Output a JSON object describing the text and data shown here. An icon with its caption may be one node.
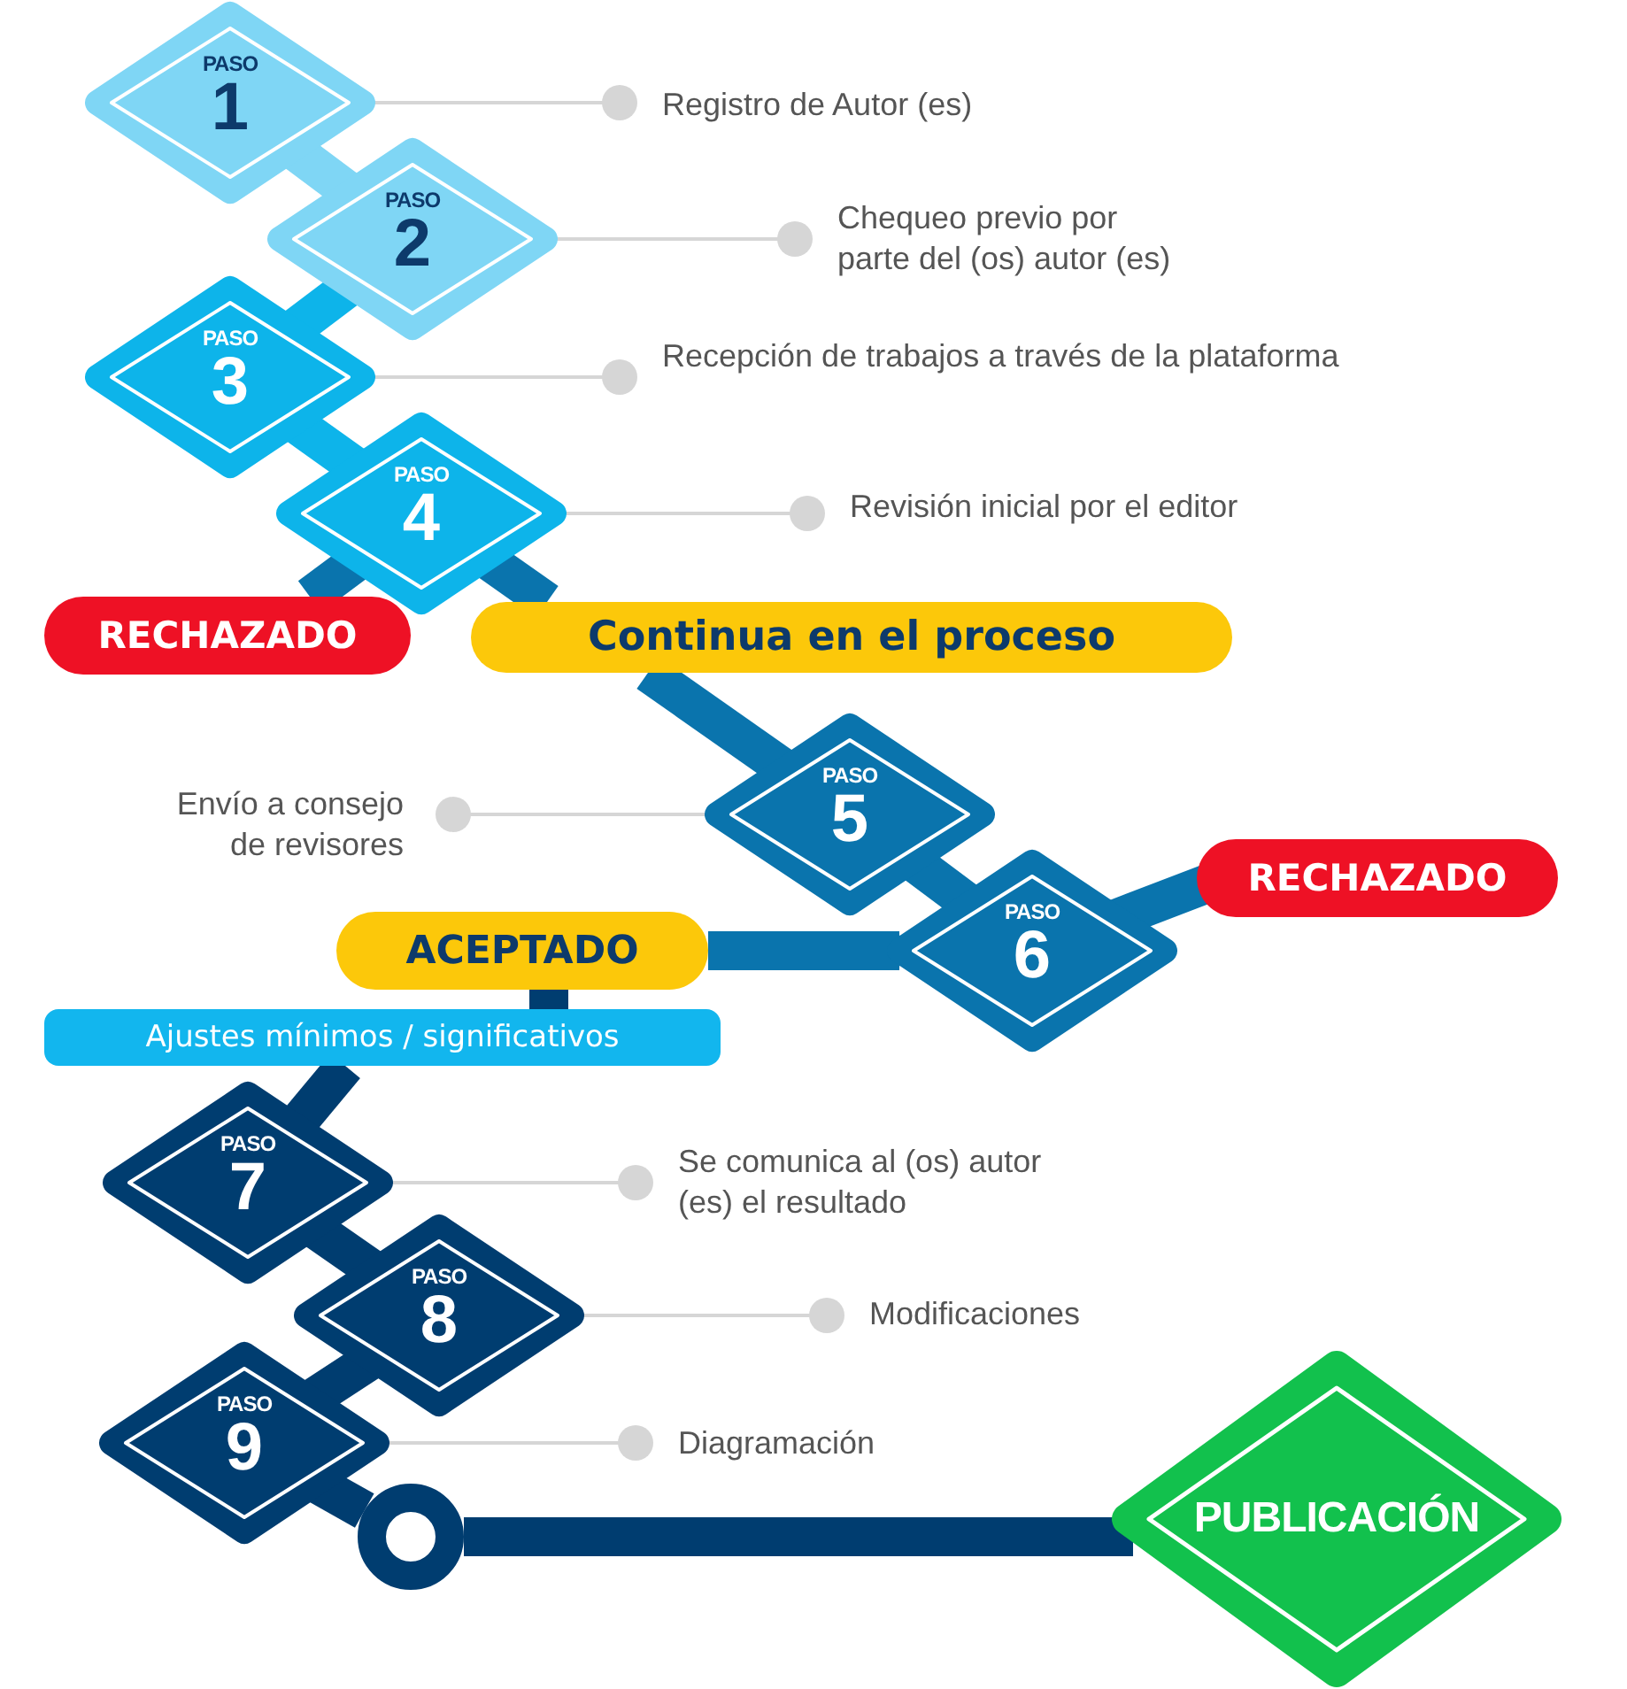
{
  "diagram": {
    "nodes": [
      {
        "text": [
          "PASO",
          "1"
        ]
      },
      {
        "text": [
          "Registro de Autor (es)"
        ]
      },
      {
        "text": [
          "PASO",
          "2"
        ]
      },
      {
        "text": [
          "Chequeo previo por parte del (os) autor (es)"
        ]
      },
      {
        "text": [
          "PASO",
          "3"
        ]
      },
      {
        "text": [
          "Recepción de trabajos a través de la plataforma"
        ]
      },
      {
        "text": [
          "PASO",
          "4"
        ]
      },
      {
        "text": [
          "Revisión inicial por el editor"
        ]
      },
      {
        "text": [
          "RECHAZADO"
        ]
      },
      {
        "text": [
          "Continua en el proceso"
        ]
      },
      {
        "text": [
          "Envío a consejo de revisores"
        ]
      },
      {
        "text": [
          "PASO",
          "5"
        ]
      },
      {
        "text": [
          "PASO",
          "6"
        ]
      },
      {
        "text": [
          "RECHAZADO"
        ]
      },
      {
        "text": [
          "ACEPTADO"
        ]
      },
      {
        "text": [
          "Ajustes mínimos / significativos"
        ]
      },
      {
        "text": [
          "PASO",
          "7"
        ]
      },
      {
        "text": [
          "Se comunica al (os) autor (es) el resultado"
        ]
      },
      {
        "text": [
          "PASO",
          "8"
        ]
      },
      {
        "text": [
          "Modificaciones"
        ]
      },
      {
        "text": [
          "PASO",
          "9"
        ]
      },
      {
        "text": [
          "Diagramación"
        ]
      },
      {
        "text": [],
        "shape": "circle"
      },
      {
        "text": [
          "PUBLICACIÓN"
        ]
      }
    ],
    "edges": [
      {
        "from": 0,
        "to": 2,
        "arrow": "none",
        "color": "#7fd6f5"
      },
      {
        "from": 2,
        "to": 4,
        "arrow": "none",
        "color": "#0db4ea"
      },
      {
        "from": 4,
        "to": 6,
        "arrow": "none",
        "color": "#0db4ea"
      },
      {
        "from": 6,
        "to": 8,
        "arrow": "none",
        "color": "#0a74ad"
      },
      {
        "from": 6,
        "to": 9,
        "arrow": "none",
        "color": "#0a74ad"
      },
      {
        "from": 9,
        "to": 11,
        "arrow": "none",
        "color": "#0a74ad"
      },
      {
        "from": 11,
        "to": 12,
        "arrow": "none",
        "color": "#0a74ad"
      },
      {
        "from": 12,
        "to": 13,
        "arrow": "none",
        "color": "#0a74ad"
      },
      {
        "from": 12,
        "to": 14,
        "arrow": "none",
        "color": "#0a74ad"
      },
      {
        "from": 14,
        "to": 15,
        "arrow": "none",
        "color": "#003d70"
      },
      {
        "from": 15,
        "to": 16,
        "arrow": "none",
        "color": "#003d70"
      },
      {
        "from": 16,
        "to": 18,
        "arrow": "none",
        "color": "#003d70"
      },
      {
        "from": 18,
        "to": 20,
        "arrow": "none",
        "color": "#003d70"
      },
      {
        "from": 20,
        "to": 22,
        "arrow": "none",
        "color": "#003d70"
      },
      {
        "from": 22,
        "to": 23,
        "arrow": "none",
        "color": "#003d70"
      },
      {
        "from": 0,
        "to": 1,
        "arrow": "other",
        "color": "#d6d6d6"
      },
      {
        "from": 2,
        "to": 3,
        "arrow": "other",
        "color": "#d6d6d6"
      },
      {
        "from": 4,
        "to": 5,
        "arrow": "other",
        "color": "#d6d6d6"
      },
      {
        "from": 6,
        "to": 7,
        "arrow": "other",
        "color": "#d6d6d6"
      },
      {
        "from": 11,
        "to": 10,
        "arrow": "other",
        "color": "#d6d6d6"
      },
      {
        "from": 16,
        "to": 17,
        "arrow": "other",
        "color": "#d6d6d6"
      },
      {
        "from": 18,
        "to": 19,
        "arrow": "other",
        "color": "#d6d6d6"
      },
      {
        "from": 20,
        "to": 21,
        "arrow": "other",
        "color": "#d6d6d6"
      }
    ]
  }
}
